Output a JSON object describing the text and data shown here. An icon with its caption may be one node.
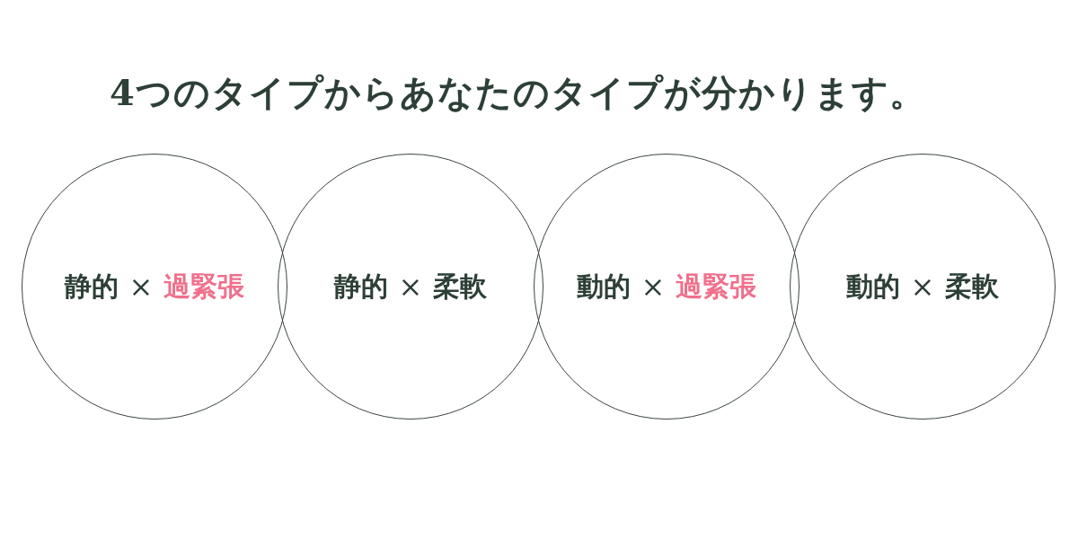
{
  "diagram": {
    "title": "4つのタイプからあなたのタイプが分かります。",
    "nodes": [
      {
        "text": [
          "静的",
          "×",
          "過緊張"
        ]
      },
      {
        "text": [
          "静的",
          "×",
          "柔軟"
        ]
      },
      {
        "text": [
          "動的",
          "×",
          "過緊張"
        ]
      },
      {
        "text": [
          "動的",
          "×",
          "柔軟"
        ]
      }
    ]
  }
}
